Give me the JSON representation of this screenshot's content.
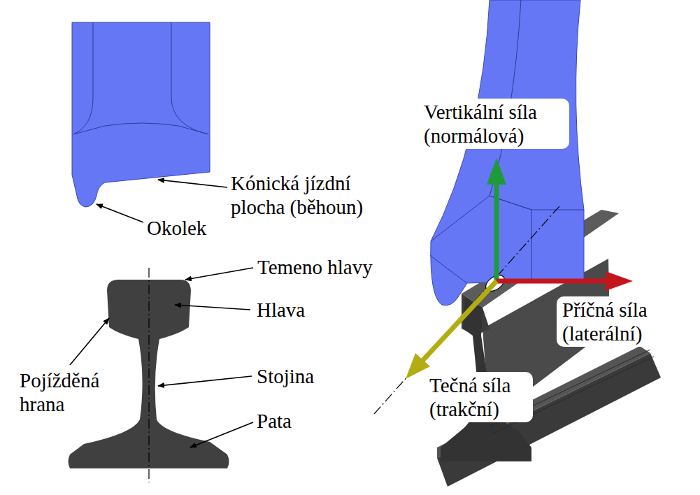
{
  "diagram": {
    "labels": [
      "Kónická jízdní plocha (běhoun)",
      "Okolek",
      "Temeno hlavy",
      "Hlava",
      "Pojížděná hrana",
      "Stojina",
      "Pata",
      "Vertikální síla (normálová)",
      "Příčná síla (laterální)",
      "Tečná síla (trakční)"
    ]
  }
}
